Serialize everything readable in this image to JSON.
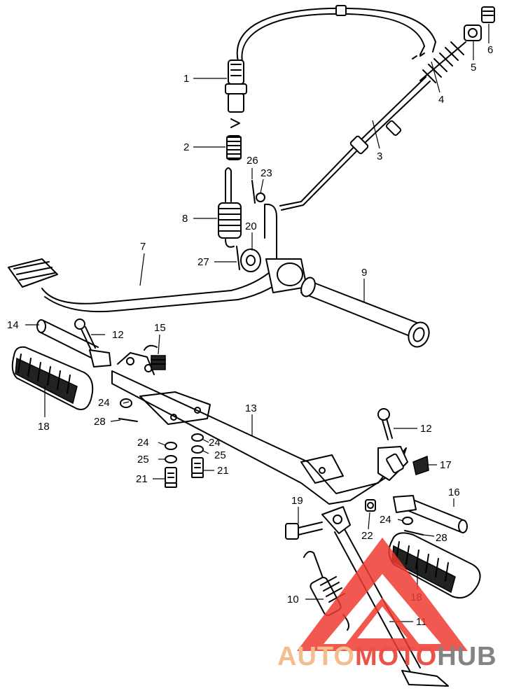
{
  "callouts": [
    {
      "id": "c1",
      "label": "1"
    },
    {
      "id": "c2",
      "label": "2"
    },
    {
      "id": "c3",
      "label": "3"
    },
    {
      "id": "c4",
      "label": "4"
    },
    {
      "id": "c5",
      "label": "5"
    },
    {
      "id": "c6",
      "label": "6"
    },
    {
      "id": "c7",
      "label": "7"
    },
    {
      "id": "c8",
      "label": "8"
    },
    {
      "id": "c9",
      "label": "9"
    },
    {
      "id": "c10",
      "label": "10"
    },
    {
      "id": "c11",
      "label": "11"
    },
    {
      "id": "c12a",
      "label": "12"
    },
    {
      "id": "c12b",
      "label": "12"
    },
    {
      "id": "c13",
      "label": "13"
    },
    {
      "id": "c14",
      "label": "14"
    },
    {
      "id": "c15",
      "label": "15"
    },
    {
      "id": "c16",
      "label": "16"
    },
    {
      "id": "c17",
      "label": "17"
    },
    {
      "id": "c18a",
      "label": "18"
    },
    {
      "id": "c18b",
      "label": "18"
    },
    {
      "id": "c19",
      "label": "19"
    },
    {
      "id": "c20",
      "label": "20"
    },
    {
      "id": "c21a",
      "label": "21"
    },
    {
      "id": "c21b",
      "label": "21"
    },
    {
      "id": "c22",
      "label": "22"
    },
    {
      "id": "c23",
      "label": "23"
    },
    {
      "id": "c24a",
      "label": "24"
    },
    {
      "id": "c24b",
      "label": "24"
    },
    {
      "id": "c24c",
      "label": "24"
    },
    {
      "id": "c24d",
      "label": "24"
    },
    {
      "id": "c25a",
      "label": "25"
    },
    {
      "id": "c25b",
      "label": "25"
    },
    {
      "id": "c26",
      "label": "26"
    },
    {
      "id": "c27",
      "label": "27"
    },
    {
      "id": "c28a",
      "label": "28"
    },
    {
      "id": "c28b",
      "label": "28"
    }
  ],
  "watermark": {
    "part1": "AUTO",
    "part2": "MOTO",
    "part3": "HUB",
    "color_auto": "#f3b27a",
    "color_moto": "#e9342b",
    "color_hub": "#6e6e6e",
    "triangle_color": "#ef3b32"
  }
}
